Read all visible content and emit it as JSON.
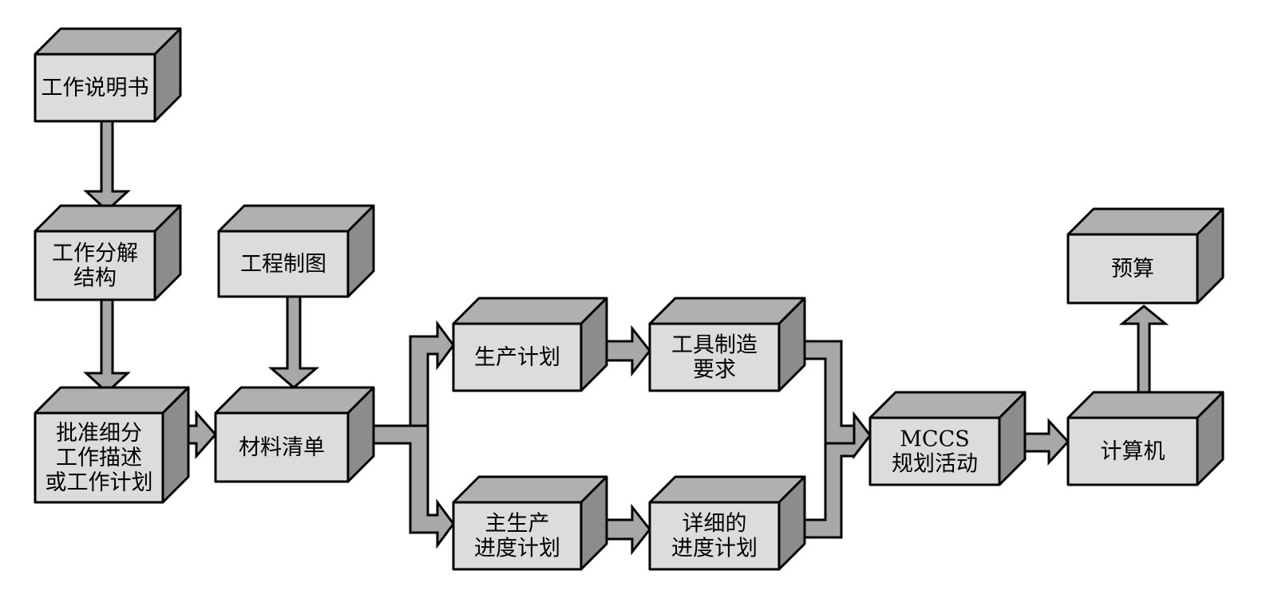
{
  "colors": {
    "front": "#dcdcdc",
    "top": "#b0b0b0",
    "side": "#8c8c8c",
    "arrow": "#a8a8a8",
    "stroke": "#000000"
  },
  "nodes": [
    {
      "id": "work-statement",
      "lines": [
        "工作说明书"
      ]
    },
    {
      "id": "wbs",
      "lines": [
        "工作分解",
        "结构"
      ]
    },
    {
      "id": "approved-work",
      "lines": [
        "批准细分",
        "工作描述",
        "或工作计划"
      ]
    },
    {
      "id": "engineering-drawing",
      "lines": [
        "工程制图"
      ]
    },
    {
      "id": "bill-of-materials",
      "lines": [
        "材料清单"
      ]
    },
    {
      "id": "production-plan",
      "lines": [
        "生产计划"
      ]
    },
    {
      "id": "tooling-requirements",
      "lines": [
        "工具制造",
        "要求"
      ]
    },
    {
      "id": "master-production-schedule",
      "lines": [
        "主生产",
        "进度计划"
      ]
    },
    {
      "id": "detailed-schedule",
      "lines": [
        "详细的",
        "进度计划"
      ]
    },
    {
      "id": "mccs-planning",
      "lines": [
        "MCCS",
        "规划活动"
      ]
    },
    {
      "id": "computer",
      "lines": [
        "计算机"
      ]
    },
    {
      "id": "budget",
      "lines": [
        "预算"
      ]
    }
  ],
  "edges": [
    {
      "from": "work-statement",
      "to": "wbs"
    },
    {
      "from": "wbs",
      "to": "approved-work"
    },
    {
      "from": "approved-work",
      "to": "bill-of-materials"
    },
    {
      "from": "engineering-drawing",
      "to": "bill-of-materials"
    },
    {
      "from": "bill-of-materials",
      "to": "production-plan"
    },
    {
      "from": "bill-of-materials",
      "to": "master-production-schedule"
    },
    {
      "from": "production-plan",
      "to": "tooling-requirements"
    },
    {
      "from": "master-production-schedule",
      "to": "detailed-schedule"
    },
    {
      "from": "tooling-requirements",
      "to": "mccs-planning"
    },
    {
      "from": "detailed-schedule",
      "to": "mccs-planning"
    },
    {
      "from": "mccs-planning",
      "to": "computer"
    },
    {
      "from": "computer",
      "to": "budget"
    }
  ]
}
